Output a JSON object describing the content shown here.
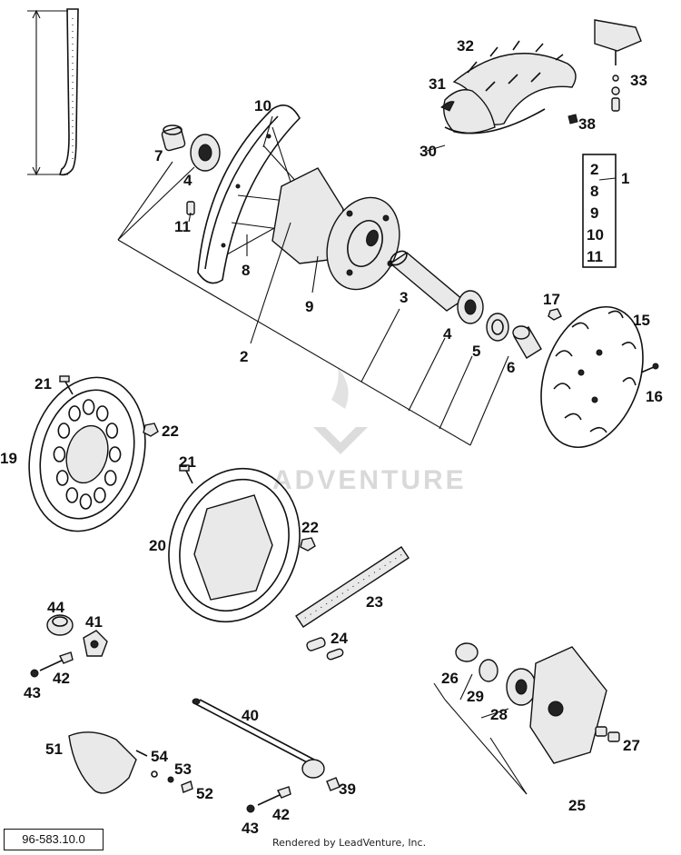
{
  "watermark": "ADVENTURE",
  "ref_code": "96-583.10.0",
  "credit": "Rendered by LeadVenture, Inc.",
  "kit": {
    "label": "1",
    "items": [
      "2",
      "8",
      "9",
      "10",
      "11"
    ]
  },
  "callouts": [
    {
      "id": "7",
      "label": "7"
    },
    {
      "id": "10",
      "label": "10"
    },
    {
      "id": "4a",
      "label": "4"
    },
    {
      "id": "11",
      "label": "11"
    },
    {
      "id": "8",
      "label": "8"
    },
    {
      "id": "9",
      "label": "9"
    },
    {
      "id": "2",
      "label": "2"
    },
    {
      "id": "3",
      "label": "3"
    },
    {
      "id": "4b",
      "label": "4"
    },
    {
      "id": "5",
      "label": "5"
    },
    {
      "id": "6",
      "label": "6"
    },
    {
      "id": "32",
      "label": "32"
    },
    {
      "id": "31",
      "label": "31"
    },
    {
      "id": "30",
      "label": "30"
    },
    {
      "id": "33",
      "label": "33"
    },
    {
      "id": "38",
      "label": "38"
    },
    {
      "id": "17",
      "label": "17"
    },
    {
      "id": "15",
      "label": "15"
    },
    {
      "id": "16",
      "label": "16"
    },
    {
      "id": "21a",
      "label": "21"
    },
    {
      "id": "22a",
      "label": "22"
    },
    {
      "id": "19",
      "label": "19"
    },
    {
      "id": "21b",
      "label": "21"
    },
    {
      "id": "22b",
      "label": "22"
    },
    {
      "id": "20",
      "label": "20"
    },
    {
      "id": "23",
      "label": "23"
    },
    {
      "id": "24",
      "label": "24"
    },
    {
      "id": "44",
      "label": "44"
    },
    {
      "id": "41",
      "label": "41"
    },
    {
      "id": "42a",
      "label": "42"
    },
    {
      "id": "43a",
      "label": "43"
    },
    {
      "id": "40",
      "label": "40"
    },
    {
      "id": "51",
      "label": "51"
    },
    {
      "id": "54",
      "label": "54"
    },
    {
      "id": "53",
      "label": "53"
    },
    {
      "id": "52",
      "label": "52"
    },
    {
      "id": "39",
      "label": "39"
    },
    {
      "id": "42b",
      "label": "42"
    },
    {
      "id": "43b",
      "label": "43"
    },
    {
      "id": "26",
      "label": "26"
    },
    {
      "id": "29",
      "label": "29"
    },
    {
      "id": "28",
      "label": "28"
    },
    {
      "id": "27",
      "label": "27"
    },
    {
      "id": "25",
      "label": "25"
    }
  ]
}
